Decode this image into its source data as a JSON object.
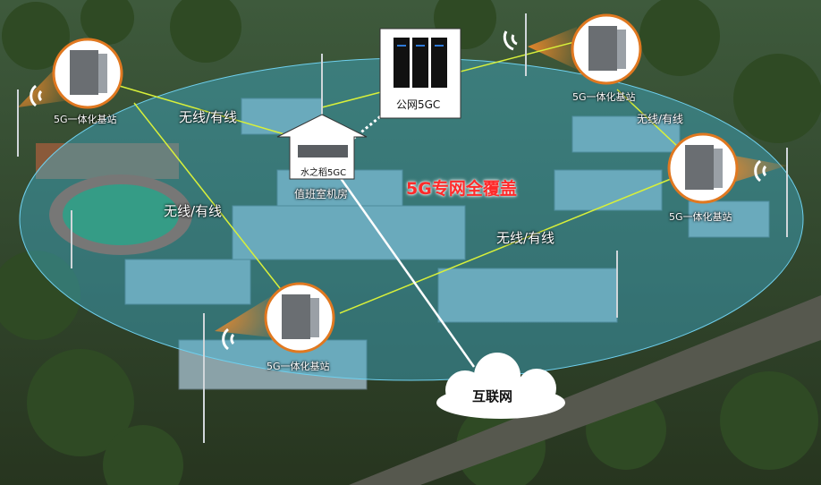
{
  "headline": "5G专网全覆盖",
  "base_station_label": "5G一体化基站",
  "link_label": "无线/有线",
  "core_label": "公网5GC",
  "local_core_label": "水之稻5GC",
  "room_label": "值班室机房",
  "internet_label": "互联网",
  "colors": {
    "coverage": "#3fb4d8",
    "beam": "#e8741c",
    "link": "#d8f03a",
    "headline": "#ff2a2a"
  }
}
